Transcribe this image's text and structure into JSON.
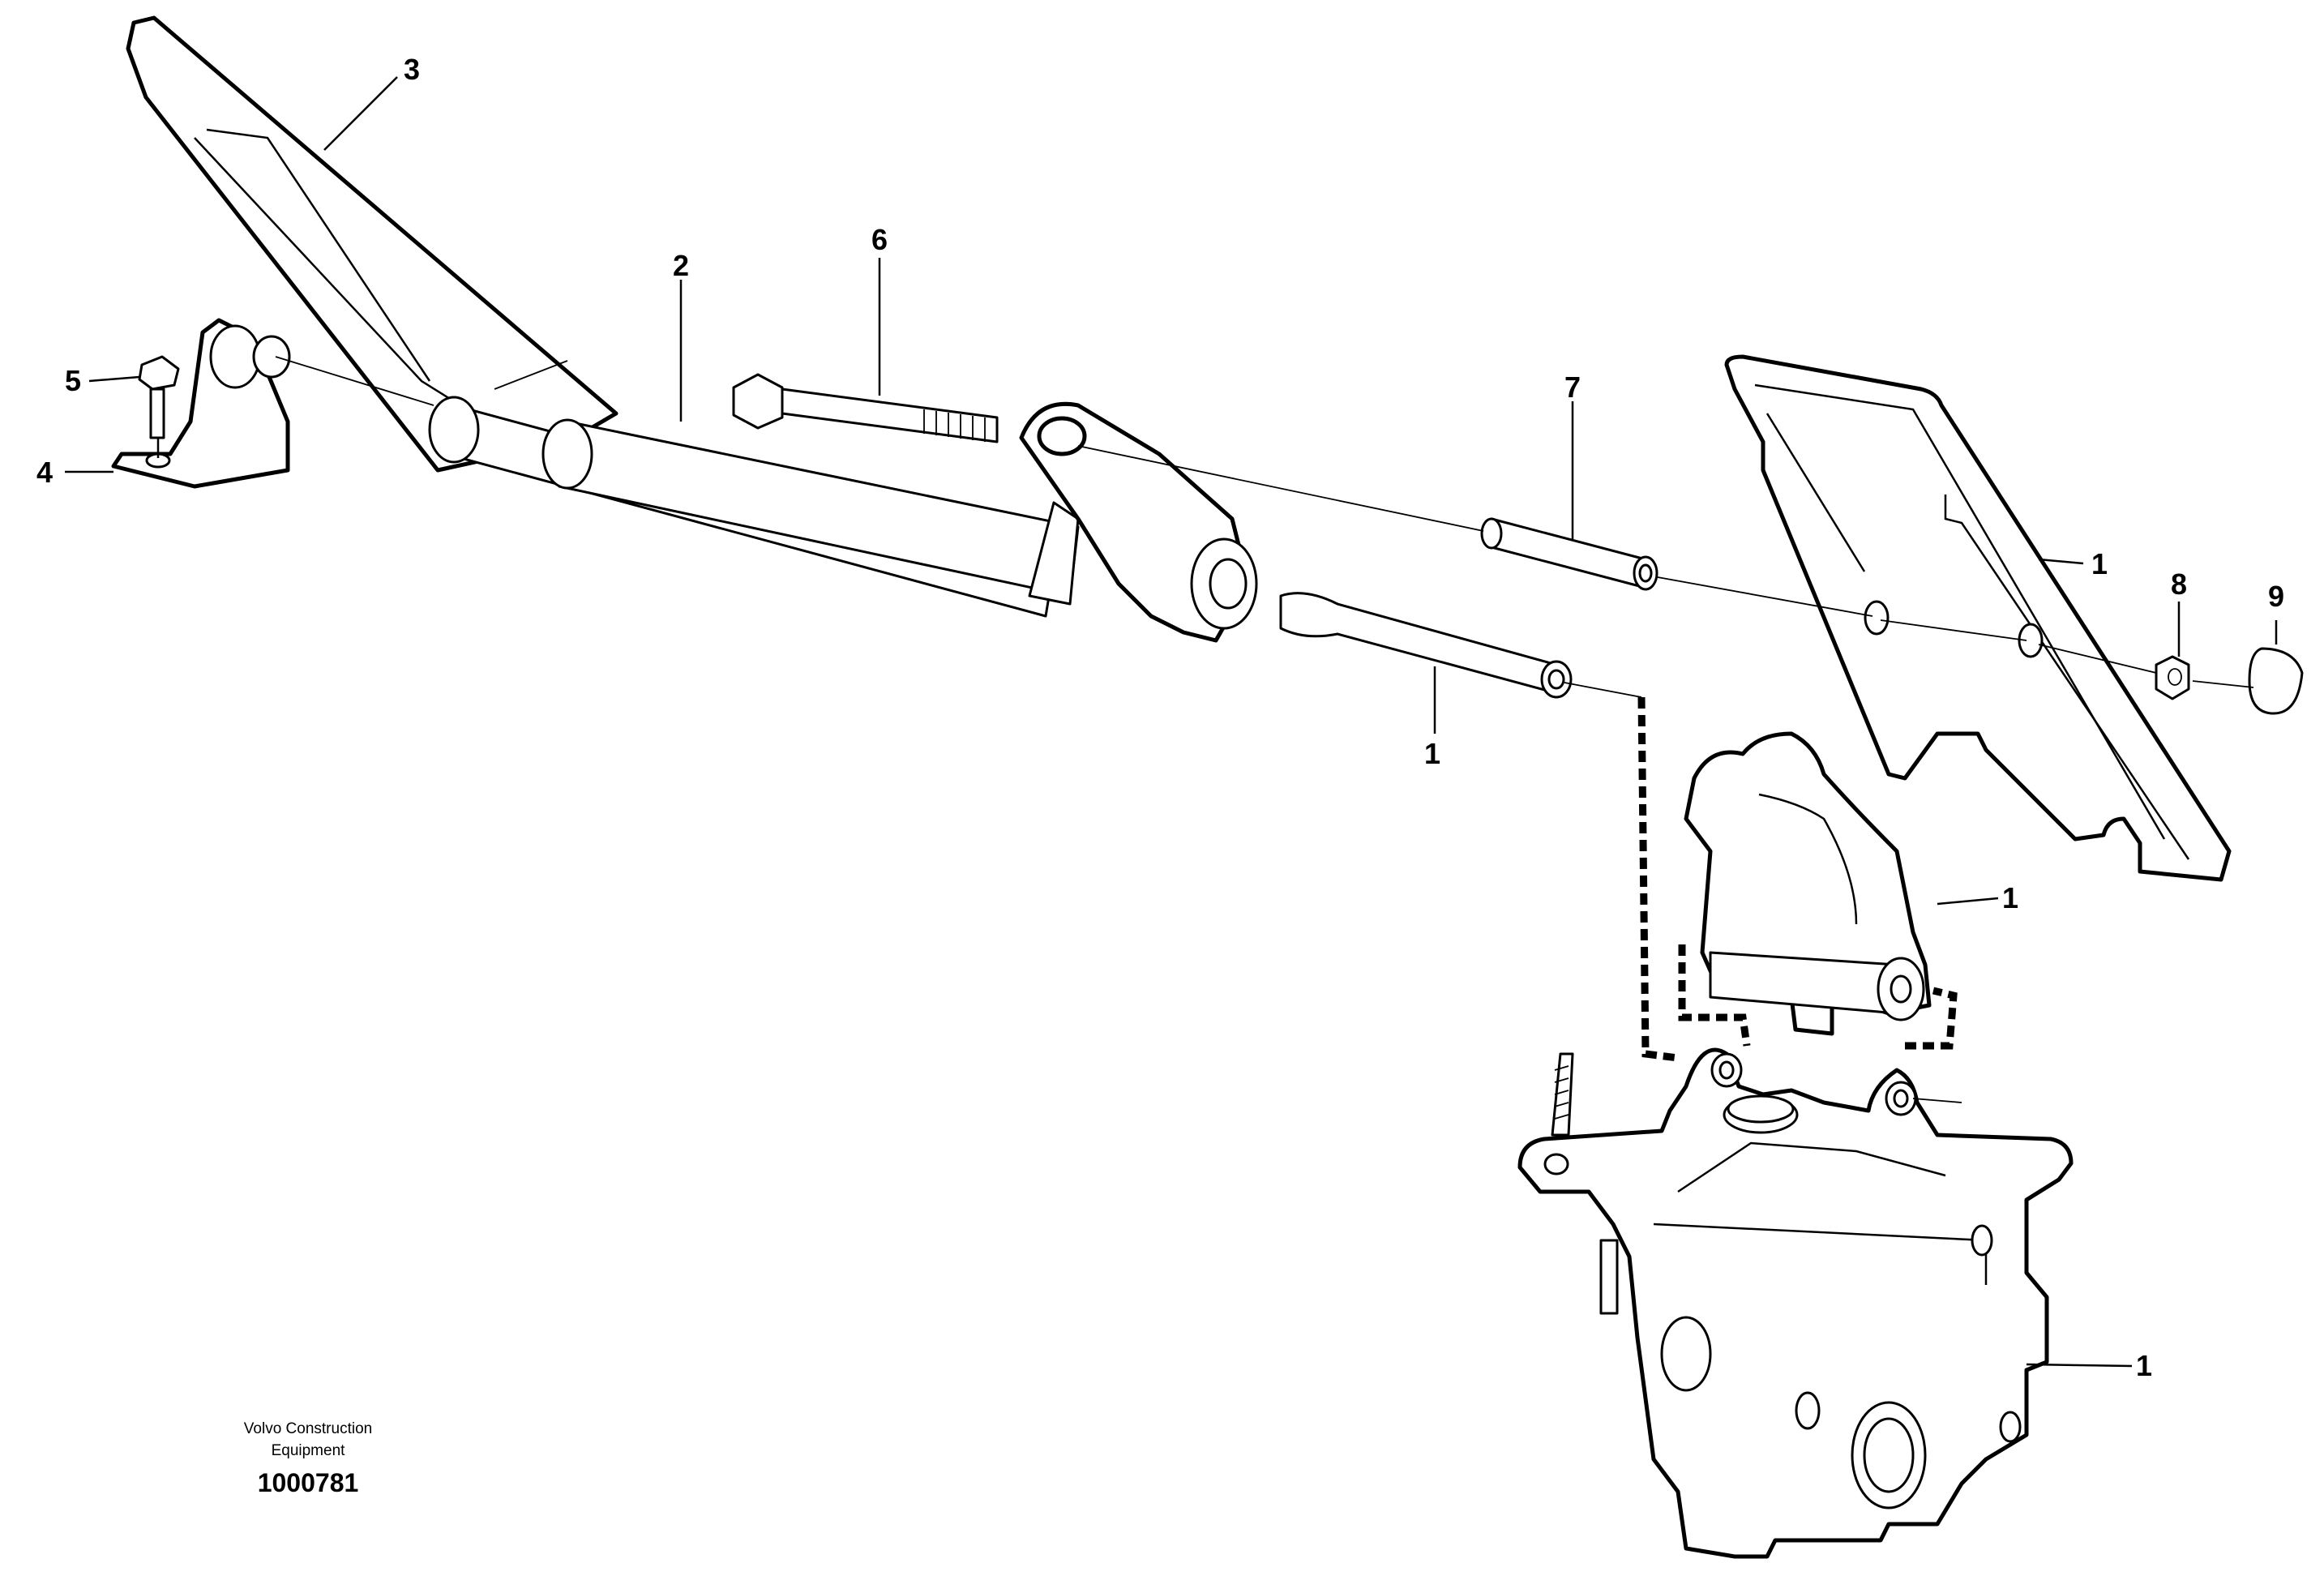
{
  "diagram": {
    "callouts": {
      "pedal_upper": "1",
      "pedal_pin": "1",
      "pedal_lever": "1",
      "brake_valve": "1",
      "shaft": "2",
      "lever_arm": "3",
      "bracket": "4",
      "screw": "5",
      "bolt": "6",
      "sleeve": "7",
      "nut": "8",
      "cap": "9"
    },
    "credit": {
      "line1": "Volvo Construction",
      "line2": "Equipment",
      "document_number": "1000781"
    }
  }
}
